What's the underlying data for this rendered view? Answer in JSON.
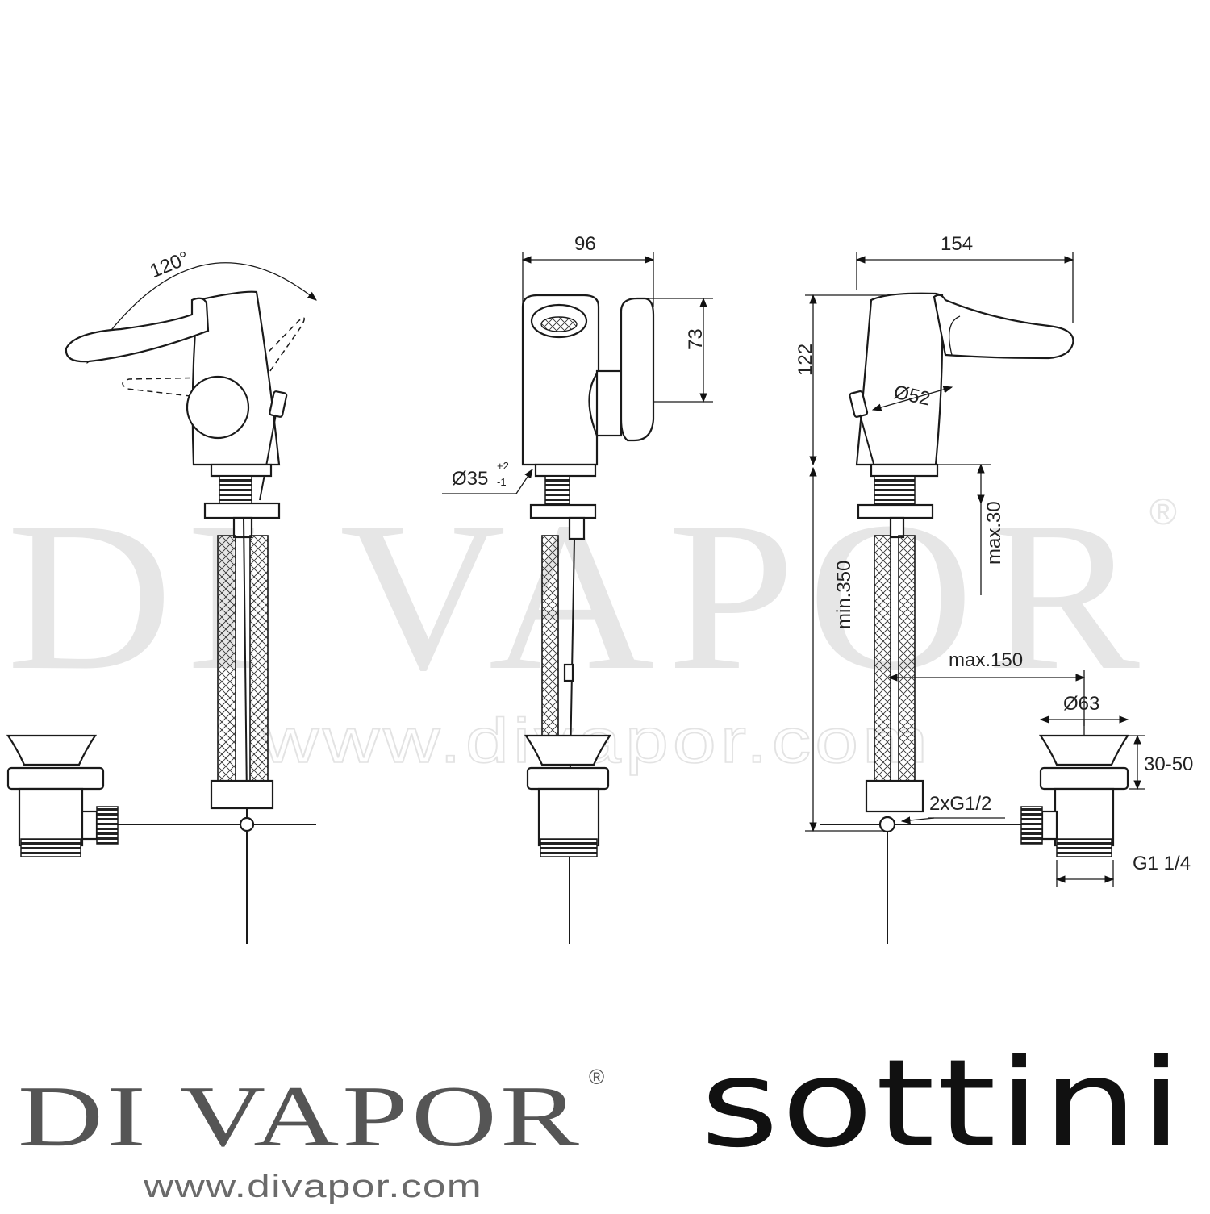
{
  "watermark": {
    "brand": "DI VAPOR",
    "registered": "®",
    "url": "www.divapor.com"
  },
  "views": {
    "side_left": {
      "angle_label": "120°"
    },
    "front": {
      "width_label": "96",
      "height_label": "73",
      "hole_label": "Ø35",
      "hole_tol_plus": "+2",
      "hole_tol_minus": "-1"
    },
    "side_right": {
      "width_label": "154",
      "height_label": "122",
      "diameter_label": "Ø52",
      "deck_label": "max.30",
      "hose_label": "min.350",
      "offset_label": "max.150",
      "connection_label": "2xG1/2"
    },
    "waste": {
      "diameter_label": "Ø63",
      "depth_label": "30-50",
      "thread_label": "G1 1/4"
    }
  },
  "footer": {
    "brand_left": "DI VAPOR",
    "brand_left_reg": "®",
    "brand_left_url": "www.divapor.com",
    "brand_right": "sottini"
  }
}
